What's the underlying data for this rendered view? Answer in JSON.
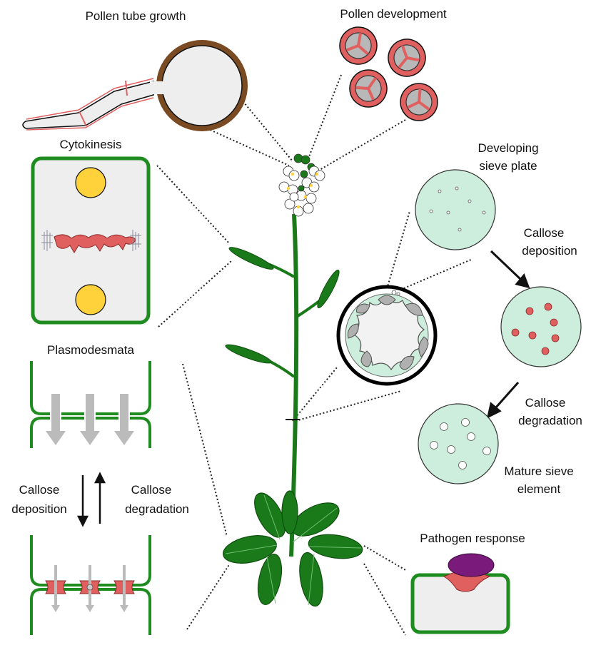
{
  "labels": {
    "pollen_tube_growth": "Pollen tube growth",
    "pollen_development": "Pollen development",
    "cytokinesis": "Cytokinesis",
    "plasmodesmata": "Plasmodesmata",
    "developing_sieve_plate_1": "Developing",
    "developing_sieve_plate_2": "sieve plate",
    "sieve_callose_deposition_1": "Callose",
    "sieve_callose_deposition_2": "deposition",
    "sieve_callose_degradation_1": "Callose",
    "sieve_callose_degradation_2": "degradation",
    "mature_sieve_1": "Mature sieve",
    "mature_sieve_2": "element",
    "pd_callose_deposition_1": "Callose",
    "pd_callose_deposition_2": "deposition",
    "pd_callose_degradation_1": "Callose",
    "pd_callose_degradation_2": "degradation",
    "pathogen_response": "Pathogen response"
  },
  "colors": {
    "cell_wall_green": "#1e8c1e",
    "plant_green": "#1a7a1a",
    "callose_red": "#e06060",
    "nucleus_yellow": "#ffd23c",
    "sieve_mint": "#cdeedd",
    "pathogen_purple": "#7a1a7a",
    "cytoplasm_grey": "#eeeeee",
    "arrow_grey": "#bbbbbb"
  }
}
